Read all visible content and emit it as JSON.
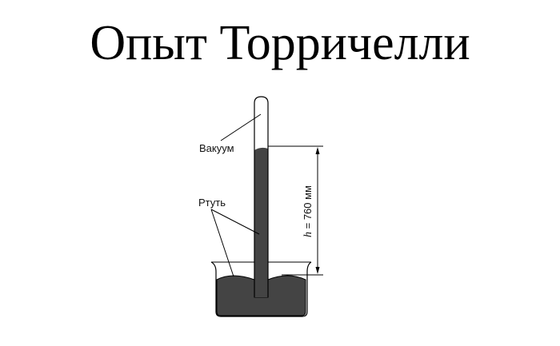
{
  "title": "Опыт Торричелли",
  "labels": {
    "vacuum": "Вакуум",
    "mercury": "Ртуть",
    "height_var": "h",
    "height_value": " = 760 мм"
  },
  "colors": {
    "mercury": "#444444",
    "outline": "#000000",
    "background": "#ffffff"
  }
}
